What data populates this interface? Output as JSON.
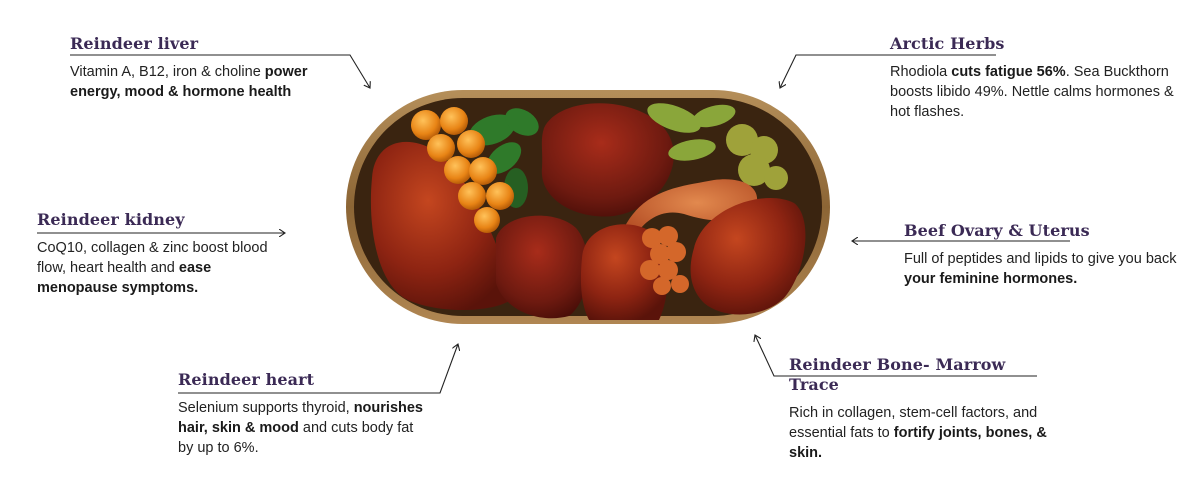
{
  "callouts": {
    "liver": {
      "title": "Reindeer liver",
      "desc_plain": "Vitamin A, B12, iron & choline ",
      "desc_bold": "power energy, mood & hormone health"
    },
    "herbs": {
      "title": "Arctic Herbs",
      "desc_plain_1": "Rhodiola ",
      "desc_bold": "cuts fatigue 56%",
      "desc_plain_2": ". Sea Buckthorn boosts libido 49%. Nettle calms hormones & hot flashes."
    },
    "kidney": {
      "title": "Reindeer kidney",
      "desc_plain": "CoQ10, collagen & zinc boost blood flow, heart health and ",
      "desc_bold": "ease menopause symptoms."
    },
    "ovary": {
      "title": "Beef Ovary & Uterus",
      "desc_plain": "Full of peptides and lipids to give you back ",
      "desc_bold": "your feminine hormones."
    },
    "heart": {
      "title": "Reindeer heart",
      "desc_plain_1": "Selenium supports thyroid, ",
      "desc_bold": "nourishes hair, skin & mood",
      "desc_plain_2": " and cuts body fat by up to 6%."
    },
    "marrow": {
      "title": "Reindeer Bone- Marrow Trace",
      "desc_plain": "Rich in collagen, stem-cell factors, and essential fats to ",
      "desc_bold": "fortify joints, bones, & skin."
    }
  },
  "image": {
    "label": "Wooden dish with reindeer liver, kidney, heart, bone marrow, beef ovary & uterus, sea buckthorn berries and arctic herbs"
  },
  "colors": {
    "title": "#3b2a55",
    "text": "#222222",
    "line": "#222222",
    "wood": "#a07a45"
  }
}
